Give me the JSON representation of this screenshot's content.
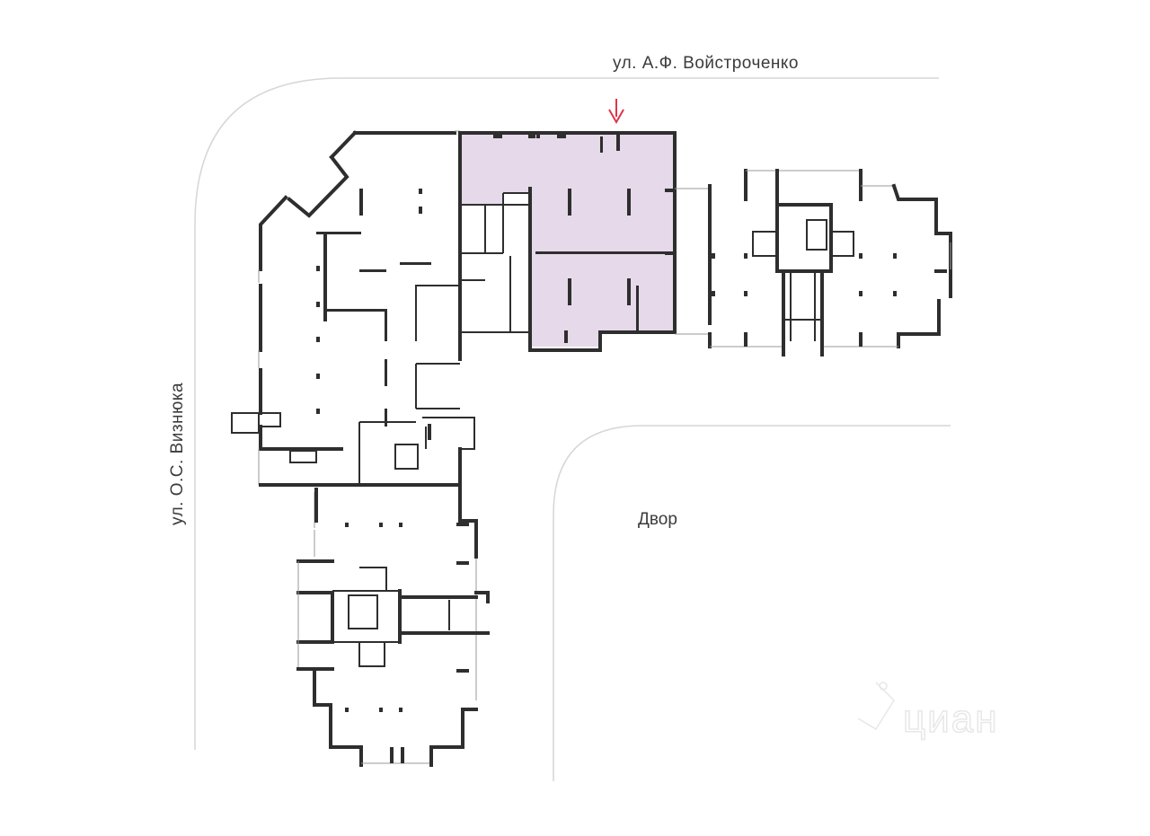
{
  "plan": {
    "street_north": "ул. А.Ф. Войстроченко",
    "street_west": "ул. О.С. Визнюка",
    "yard_label": "Двор",
    "highlight_color": "#e6d9e9",
    "entrance_marker_color": "#e0334a",
    "wall_color": "#2e2e2e"
  },
  "watermark": {
    "text": "циан",
    "icon": "cian-logo-icon"
  }
}
